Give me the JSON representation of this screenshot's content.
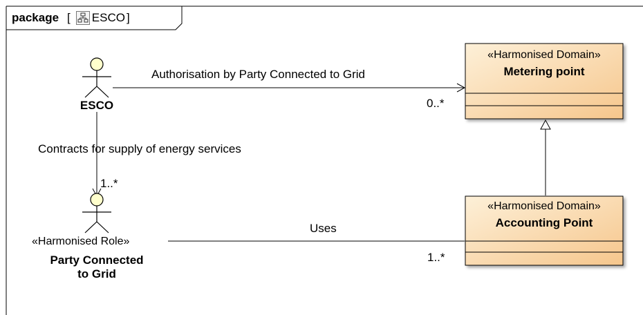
{
  "package": {
    "keyword": "package",
    "bracket_open": "[",
    "name": "ESCO",
    "bracket_close": "]"
  },
  "actors": {
    "esco": {
      "name": "ESCO"
    },
    "party": {
      "stereotype": "«Harmonised Role»",
      "name_line1": "Party Connected",
      "name_line2": "to Grid"
    }
  },
  "classes": {
    "metering": {
      "stereotype": "«Harmonised Domain»",
      "name": "Metering point"
    },
    "accounting": {
      "stereotype": "«Harmonised Domain»",
      "name": "Accounting Point"
    }
  },
  "associations": {
    "authorisation": {
      "label": "Authorisation by Party Connected to Grid",
      "multiplicity": "0..*"
    },
    "contracts": {
      "label": "Contracts for supply of energy services",
      "multiplicity": "1..*"
    },
    "uses": {
      "label": "Uses",
      "multiplicity": "1..*"
    }
  },
  "colors": {
    "class_fill_top": "#fdf0d8",
    "class_fill_bottom": "#f6c68c",
    "actor_head": "#ffffcc",
    "line": "#000000"
  }
}
